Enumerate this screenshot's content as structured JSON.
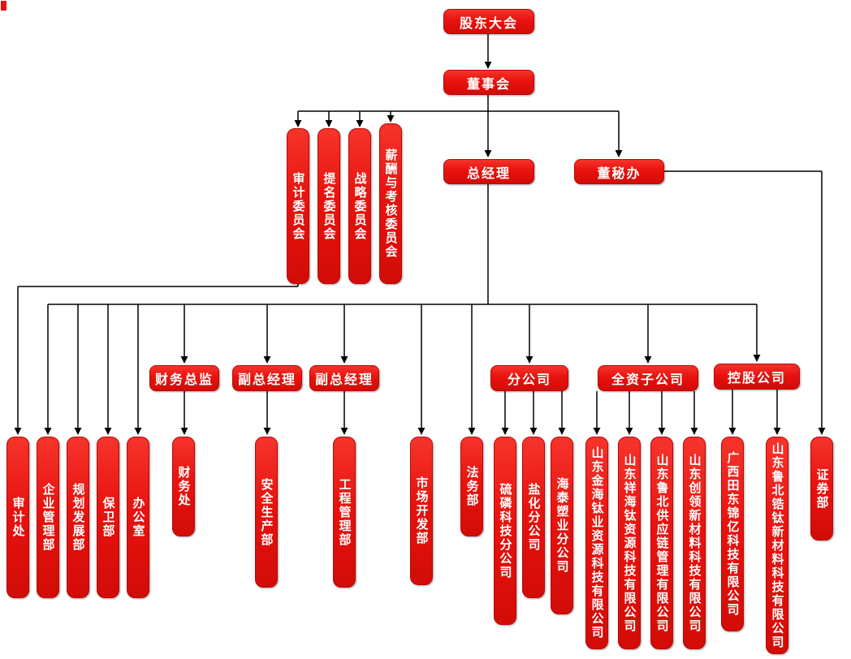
{
  "org_chart": {
    "governance": {
      "shareholders_meeting": "股东大会",
      "board_of_directors": "董事会",
      "general_manager": "总经理",
      "board_secretary_office": "董秘办"
    },
    "board_committees": {
      "audit": "审计委员会",
      "nomination": "提名委员会",
      "strategy": "战略委员会",
      "remuneration_appraisal": "薪酬与考核委员会"
    },
    "senior_management": {
      "cfo": "财务总监",
      "deputy_gm_1": "副总经理",
      "deputy_gm_2": "副总经理"
    },
    "groups": {
      "branch_companies": "分公司",
      "wholly_owned_subsidiaries": "全资子公司",
      "holding_companies": "控股公司"
    },
    "departments": {
      "audit_office": "审计处",
      "enterprise_management": "企业管理部",
      "planning_development": "规划发展部",
      "security": "保卫部",
      "general_office": "办公室",
      "finance_office": "财务处",
      "safety_production": "安全生产部",
      "engineering_management": "工程管理部",
      "market_development": "市场开发部",
      "legal": "法务部",
      "securities": "证券部"
    },
    "branches": {
      "sulfur_phosphorus": "硫磷科技分公司",
      "salt_chemical": "盐化分公司",
      "haitai_plastics": "海泰塑业分公司"
    },
    "subsidiaries": {
      "jinhai_titanium": "山东金海钛业资源科技有限公司",
      "xianghai_titanium": "山东祥海钛资源科技有限公司",
      "lubei_supply_chain": "山东鲁北供应链管理有限公司",
      "chuangling_new_materials": "山东创领新材料科技有限公司"
    },
    "holdings": {
      "guangxi_tiandong_jinyi": "广西田东锦亿科技有限公司",
      "lubei_zirconium_titanium": "山东鲁北锆钛新材料科技有限公司"
    },
    "colors": {
      "node_fill": "#e8120e",
      "node_text": "#ffffff",
      "connector": "#000000"
    }
  }
}
